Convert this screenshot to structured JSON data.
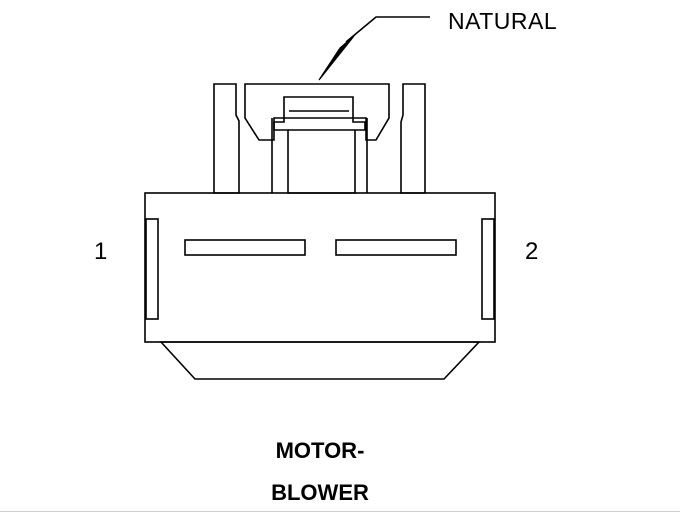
{
  "callout": {
    "text": "NATURAL"
  },
  "pins": {
    "left": "1",
    "right": "2"
  },
  "title": {
    "line1": "MOTOR-",
    "line2": "BLOWER"
  },
  "colors": {
    "stroke": "#000000",
    "background": "#ffffff"
  }
}
